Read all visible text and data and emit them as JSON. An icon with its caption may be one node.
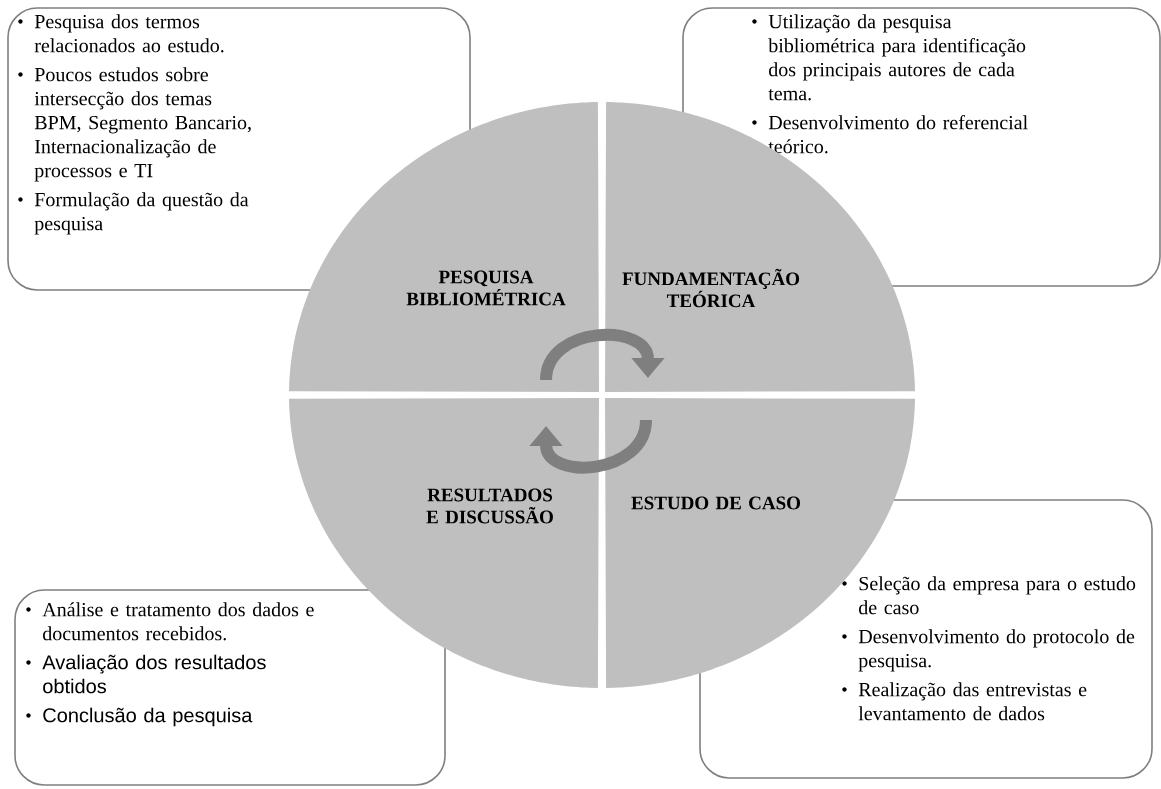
{
  "diagram": {
    "nodes": [
      {
        "text": [
          "PESQUISA BIBLIOMÉTRICA"
        ]
      },
      {
        "text": [
          "FUNDAMENTAÇÃO TEÓRICA"
        ]
      },
      {
        "text": [
          "RESULTADOS E DISCUSSÃO"
        ]
      },
      {
        "text": [
          "ESTUDO DE CASO"
        ]
      },
      {
        "text": [
          "Pesquisa dos termos relacionados ao estudo.",
          "Poucos estudos sobre intersecção dos temas BPM, Segmento Bancario, Internacionalização de processos e TI",
          "Formulação da questão da pesquisa"
        ]
      },
      {
        "text": [
          "Utilização da pesquisa bibliométrica para identificação dos principais autores de cada tema.",
          "Desenvolvimento do referencial teórico."
        ]
      },
      {
        "text": [
          "Análise e tratamento dos dados e documentos recebidos.",
          "Avaliação dos resultados obtidos",
          "Conclusão da pesquisa"
        ]
      },
      {
        "text": [
          "Seleção da empresa para o estudo de caso",
          "Desenvolvimento do protocolo de pesquisa.",
          "Realização das entrevistas e levantamento de dados"
        ]
      }
    ],
    "edges": [
      {
        "from": 0,
        "to": 1,
        "arrow": "to"
      },
      {
        "from": 3,
        "to": 2,
        "arrow": "to"
      }
    ]
  }
}
